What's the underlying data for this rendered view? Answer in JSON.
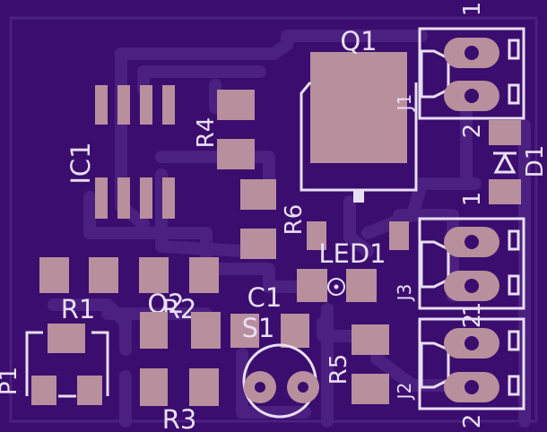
{
  "colors": {
    "board": "#3a0d6e",
    "trace": "#4b2080",
    "pad": "#b88f9c",
    "silk": "#e9dff5",
    "hole": "#3a0d6e"
  },
  "labels": {
    "q1": "Q1",
    "r4": "R4",
    "ic1": "IC1",
    "r6": "R6",
    "led1": "LED1",
    "r1": "R1",
    "q2": "Q2",
    "r2": "R2",
    "c1": "C1",
    "s1": "S1",
    "r5": "R5",
    "r3": "R3",
    "p1": "P1",
    "j1": "J1",
    "j2": "J2",
    "j3": "J3",
    "d1": "D1",
    "pin1_j1": "1",
    "pin2_j1": "2",
    "pin1_j3": "1",
    "pin2_j3": "2",
    "pin1_j2": "1",
    "pin2_j2": "2"
  }
}
